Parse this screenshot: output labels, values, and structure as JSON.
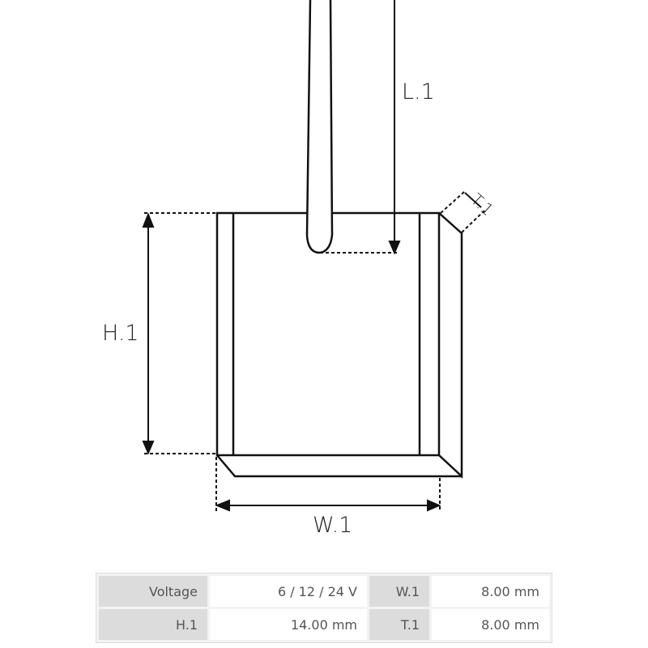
{
  "drawing": {
    "labels": {
      "l1": "L.1",
      "h1": "H.1",
      "w1": "W.1",
      "t1": "T.1"
    }
  },
  "specs": {
    "rows": [
      [
        {
          "label": "Voltage",
          "value": "6 / 12 / 24 V"
        },
        {
          "label": "W.1",
          "value": "8.00 mm"
        }
      ],
      [
        {
          "label": "H.1",
          "value": "14.00 mm"
        },
        {
          "label": "T.1",
          "value": "8.00 mm"
        }
      ]
    ]
  }
}
